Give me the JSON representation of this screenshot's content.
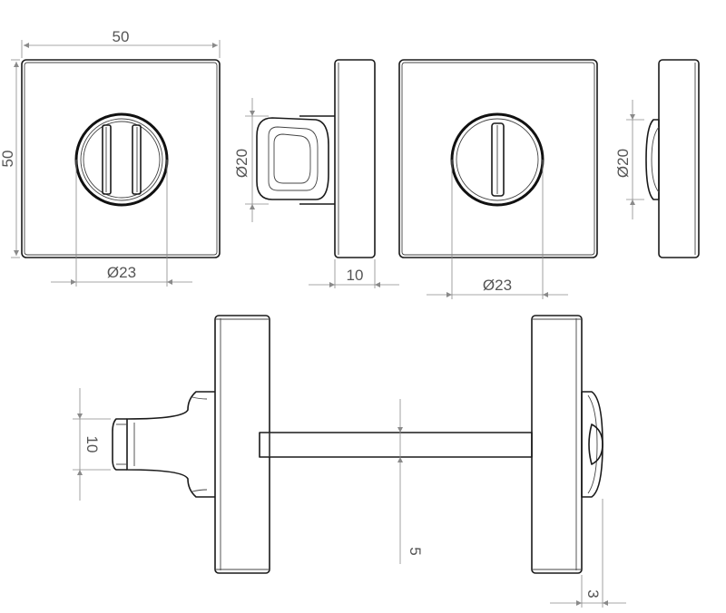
{
  "dimensions": {
    "plate_width": "50",
    "plate_height": "50",
    "turn_diameter": "Ø20",
    "plate_depth": "10",
    "rose_diameter_left": "Ø23",
    "rose_diameter_right": "Ø23",
    "indicator_diameter": "Ø20",
    "knob_width": "10",
    "spindle_width": "5",
    "indicator_depth": "3"
  }
}
